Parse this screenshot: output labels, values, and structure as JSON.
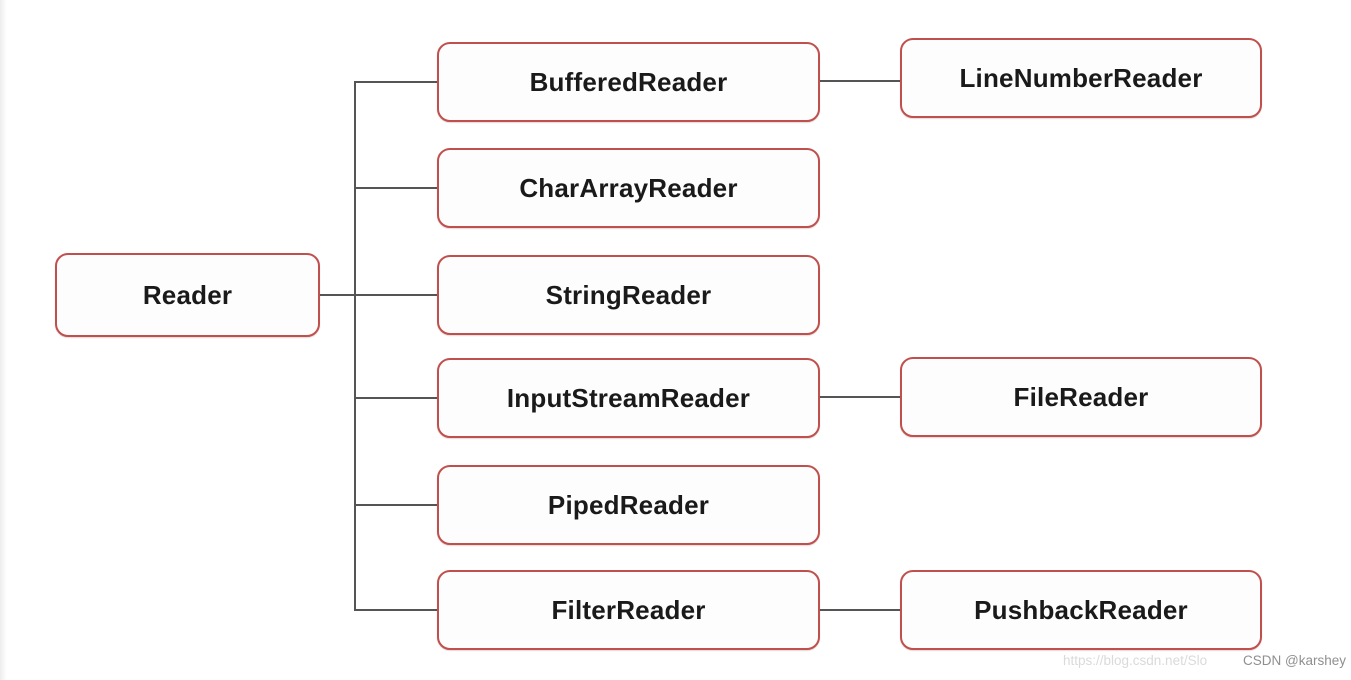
{
  "diagram": {
    "description": "Java Reader class hierarchy",
    "root": {
      "label": "Reader"
    },
    "level1": [
      {
        "label": "BufferedReader"
      },
      {
        "label": "CharArrayReader"
      },
      {
        "label": "StringReader"
      },
      {
        "label": "InputStreamReader"
      },
      {
        "label": "PipedReader"
      },
      {
        "label": "FilterReader"
      }
    ],
    "level2": [
      {
        "label": "LineNumberReader",
        "parent": "BufferedReader"
      },
      {
        "label": "FileReader",
        "parent": "InputStreamReader"
      },
      {
        "label": "PushbackReader",
        "parent": "FilterReader"
      }
    ]
  },
  "watermark": {
    "url_text": "https://blog.csdn.net/Slo",
    "handle_text": "CSDN @karshey"
  },
  "colors": {
    "box_border": "#c0504d",
    "box_fill": "#fdfdfd",
    "connector": "#555555",
    "label_text": "#1a1a1a",
    "watermark_url": "#dadada",
    "watermark_handle": "#8f8f8f"
  }
}
